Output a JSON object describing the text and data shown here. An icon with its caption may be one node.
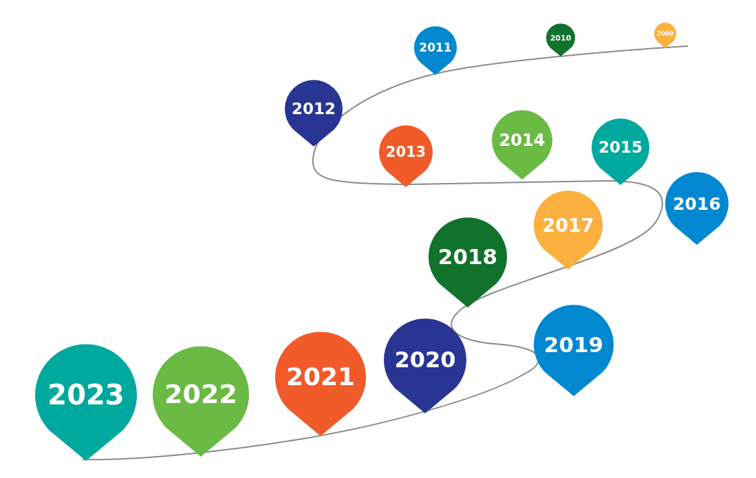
{
  "diagram": {
    "nodes": [
      {
        "text": [
          "2009"
        ]
      },
      {
        "text": [
          "2010"
        ]
      },
      {
        "text": [
          "2011"
        ]
      },
      {
        "text": [
          "2012"
        ]
      },
      {
        "text": [
          "2013"
        ]
      },
      {
        "text": [
          "2014"
        ]
      },
      {
        "text": [
          "2015"
        ]
      },
      {
        "text": [
          "2016"
        ]
      },
      {
        "text": [
          "2017"
        ]
      },
      {
        "text": [
          "2018"
        ]
      },
      {
        "text": [
          "2019"
        ]
      },
      {
        "text": [
          "2020"
        ]
      },
      {
        "text": [
          "2021"
        ]
      },
      {
        "text": [
          "2022"
        ]
      },
      {
        "text": [
          "2023"
        ]
      }
    ]
  }
}
